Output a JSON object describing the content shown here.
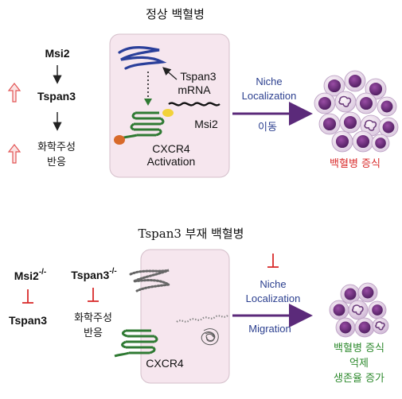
{
  "panel_top": {
    "title": "정상 백혈병",
    "pathway": {
      "msi2": "Msi2",
      "tspan3": "Tspan3",
      "chemo_line1": "화학주성",
      "chemo_line2": "반응"
    },
    "cell": {
      "mrna_line1": "Tspan3",
      "mrna_line2": "mRNA",
      "msi2": "Msi2",
      "cxcr4_line1": "CXCR4",
      "cxcr4_line2": "Activation"
    },
    "arrow": {
      "line1": "Niche",
      "line2": "Localization",
      "line3": "이동"
    },
    "outcome": "백혈병 증식"
  },
  "panel_bottom": {
    "title": "Tspan3 부재 백혈병",
    "left": {
      "msi2": "Msi2",
      "msi2_sup": "-/-",
      "tspan3": "Tspan3"
    },
    "middle": {
      "tspan3": "Tspan3",
      "tspan3_sup": "-/-",
      "chemo_line1": "화학주성",
      "chemo_line2": "반응"
    },
    "cell": {
      "cxcr4": "CXCR4"
    },
    "arrow": {
      "line1": "Niche",
      "line2": "Localization",
      "line3": "Migration"
    },
    "outcome_line1": "백혈병 증식",
    "outcome_line2": "억제",
    "outcome_line3": "생존율 증가"
  },
  "colors": {
    "arrow_purple": "#5b2a7a",
    "text_blue": "#2b3f8f",
    "text_red": "#d92b2b",
    "text_green": "#2e8a2e",
    "cell_fill": "#f6e6ee",
    "receptor_green": "#2f7a33"
  }
}
